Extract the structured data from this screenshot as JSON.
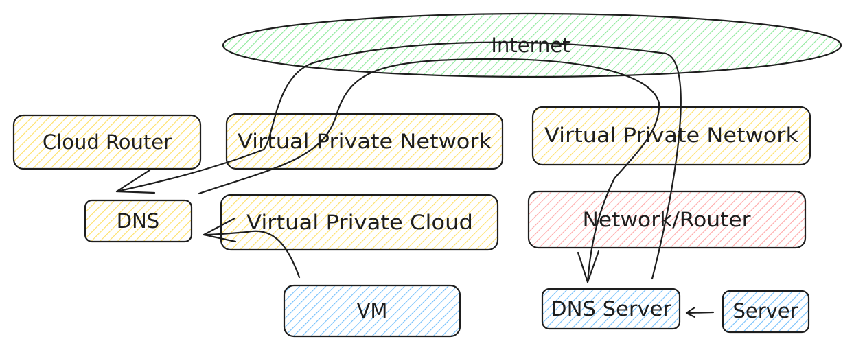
{
  "colors": {
    "yellow": "#ffec99",
    "green": "#b2f2bb",
    "red": "#ffc9c9",
    "blue": "#a5d8ff",
    "stroke": "#1e1e1e"
  },
  "nodes": {
    "internet": {
      "label": "Internet",
      "fill": "green"
    },
    "cloud_router": {
      "label": "Cloud Router",
      "fill": "yellow"
    },
    "vpn_left": {
      "label": "Virtual Private Network",
      "fill": "yellow"
    },
    "vpn_right": {
      "label": "Virtual Private Network",
      "fill": "yellow"
    },
    "dns": {
      "label": "DNS",
      "fill": "yellow"
    },
    "vpc": {
      "label": "Virtual Private Cloud",
      "fill": "yellow"
    },
    "network_router": {
      "label": "Network/Router",
      "fill": "red"
    },
    "vm": {
      "label": "VM",
      "fill": "blue"
    },
    "dns_server": {
      "label": "DNS Server",
      "fill": "blue"
    },
    "server": {
      "label": "Server",
      "fill": "blue"
    }
  },
  "edges": [
    {
      "from": "dns_server",
      "to": "dns",
      "via": "internet"
    },
    {
      "from": "dns",
      "to": "dns_server",
      "via": "internet"
    },
    {
      "from": "vm",
      "to": "dns"
    },
    {
      "from": "server",
      "to": "dns_server"
    }
  ]
}
